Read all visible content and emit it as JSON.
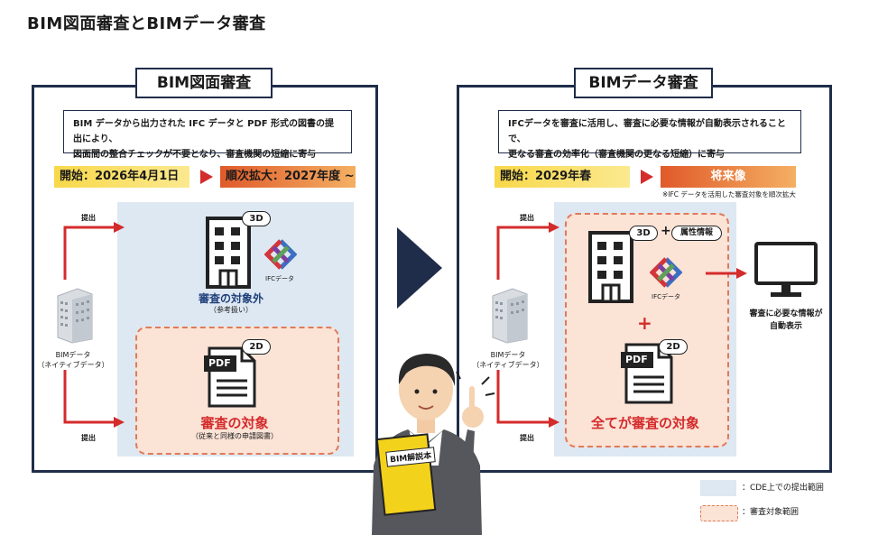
{
  "page_title": "BIM図面審査とBIMデータ審査",
  "left": {
    "title": "BIM図面審査",
    "desc_line1": "BIM データから出力された IFC データと PDF 形式の図書の提出により、",
    "desc_line2": "図面間の整合チェックが不要となり、審査機関の短縮に寄与",
    "start": "開始：2026年4月1日",
    "expand": "順次拡大：2027年度 ~",
    "submit_top": "提出",
    "submit_bottom": "提出",
    "source_label_1": "BIMデータ",
    "source_label_2": "（ネイティブデータ）",
    "badge_3d": "3D",
    "ifc_label": "IFCデータ",
    "out_of_scope": "審査の対象外",
    "out_of_scope_sub": "（参考扱い）",
    "badge_2d": "2D",
    "pdf_text": "PDF",
    "in_scope": "審査の対象",
    "in_scope_sub": "（従来と同様の申請図書）"
  },
  "right": {
    "title": "BIMデータ審査",
    "desc_line1": "IFCデータを審査に活用し、審査に必要な情報が自動表示されることで、",
    "desc_line2": "更なる審査の効率化（審査機関の更なる短縮）に寄与",
    "start": "開始：2029年春",
    "future": "将来像",
    "future_note": "※IFC データを活用した審査対象を順次拡大",
    "submit_top": "提出",
    "submit_bottom": "提出",
    "source_label_1": "BIMデータ",
    "source_label_2": "（ネイティブデータ）",
    "badge_3d": "3D",
    "plus": "+",
    "attr_badge": "属性情報",
    "ifc_label": "IFCデータ",
    "badge_2d": "2D",
    "pdf_text": "PDF",
    "big_plus": "+",
    "all_scope": "全てが審査の対象",
    "monitor_line1": "審査に必要な情報が",
    "monitor_line2": "自動表示"
  },
  "book_title": "BIM解説本",
  "legend": {
    "cde": "：CDE上での提出範囲",
    "review": "：審査対象範囲"
  },
  "colors": {
    "navy": "#1f2d4a",
    "red": "#d42b2b",
    "cde_blue": "#dde8f2",
    "review_peach": "#fbe3d6"
  }
}
